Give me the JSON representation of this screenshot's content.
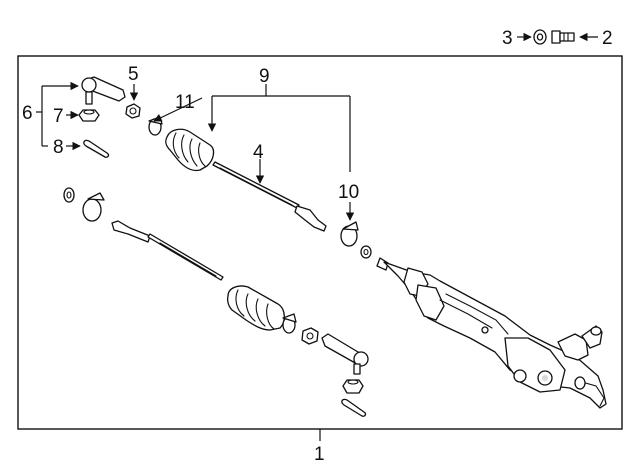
{
  "callouts": {
    "c1": "1",
    "c2": "2",
    "c3": "3",
    "c4": "4",
    "c5": "5",
    "c6": "6",
    "c7": "7",
    "c8": "8",
    "c9": "9",
    "c10": "10",
    "c11": "11"
  },
  "colors": {
    "line": "#111111",
    "background": "#ffffff",
    "shade": "#d9d9d9"
  }
}
